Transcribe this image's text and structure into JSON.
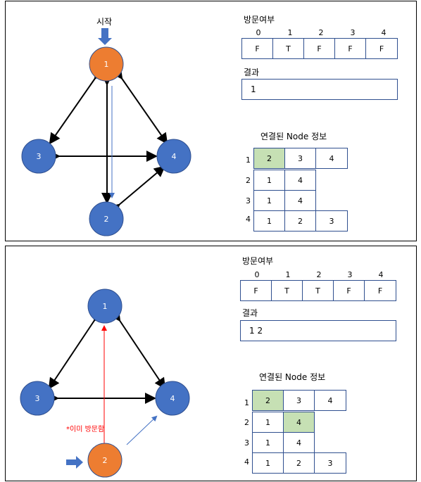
{
  "colors": {
    "visited": "#ed7d31",
    "unvisited": "#4472c4",
    "highlight": "#c6e0b4",
    "warning": "#ff0000"
  },
  "panels": [
    {
      "start_label": "시작",
      "visited_title": "방문여부",
      "indices": [
        "0",
        "1",
        "2",
        "3",
        "4"
      ],
      "visited": [
        "F",
        "T",
        "F",
        "F",
        "F"
      ],
      "result_title": "결과",
      "result": "1",
      "nodes_title": "연결된 Node 정보",
      "nodes": [
        {
          "row": "1",
          "cells": [
            "2",
            "3",
            "4"
          ],
          "hl": [
            0
          ]
        },
        {
          "row": "2",
          "cells": [
            "1",
            "4"
          ],
          "hl": []
        },
        {
          "row": "3",
          "cells": [
            "1",
            "4"
          ],
          "hl": []
        },
        {
          "row": "4",
          "cells": [
            "1",
            "2",
            "3"
          ],
          "hl": []
        }
      ],
      "graph_nodes": [
        "1",
        "2",
        "3",
        "4"
      ]
    },
    {
      "warning_label": "*이미 방문함",
      "visited_title": "방문여부",
      "indices": [
        "0",
        "1",
        "2",
        "3",
        "4"
      ],
      "visited": [
        "F",
        "T",
        "T",
        "F",
        "F"
      ],
      "result_title": "결과",
      "result": "1 2",
      "nodes_title": "연결된 Node 정보",
      "nodes": [
        {
          "row": "1",
          "cells": [
            "2",
            "3",
            "4"
          ],
          "hl": [
            0
          ]
        },
        {
          "row": "2",
          "cells": [
            "1",
            "4"
          ],
          "hl": [
            1
          ]
        },
        {
          "row": "3",
          "cells": [
            "1",
            "4"
          ],
          "hl": []
        },
        {
          "row": "4",
          "cells": [
            "1",
            "2",
            "3"
          ],
          "hl": []
        }
      ],
      "graph_nodes": [
        "1",
        "2",
        "3",
        "4"
      ]
    }
  ]
}
